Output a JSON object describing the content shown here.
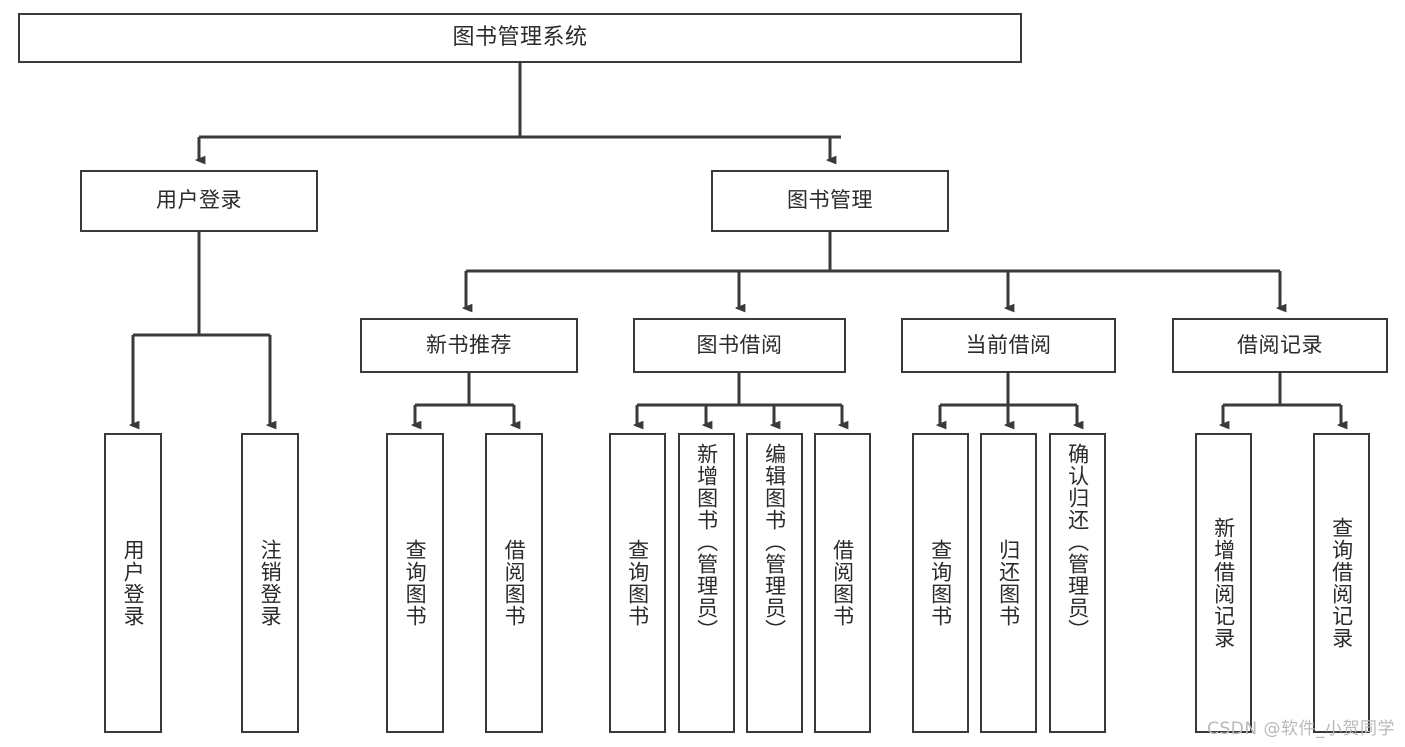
{
  "diagram": {
    "title": "图书管理系统",
    "watermark": "CSDN @软件_小贺同学",
    "colors": {
      "box_border": "#3a3a3a",
      "line": "#3a3a3a",
      "text": "#2b2b2b",
      "background": "#ffffff",
      "watermark": "#b9b9b9"
    },
    "nodes": {
      "root": {
        "label": "图书管理系统"
      },
      "level1": [
        {
          "label": "用户登录"
        },
        {
          "label": "图书管理"
        }
      ],
      "level2": [
        {
          "label": "新书推荐"
        },
        {
          "label": "图书借阅"
        },
        {
          "label": "当前借阅"
        },
        {
          "label": "借阅记录"
        }
      ],
      "leaves_user_login": [
        {
          "label": "用户登录"
        },
        {
          "label": "注销登录"
        }
      ],
      "leaves_new_book": [
        {
          "label": "查询图书"
        },
        {
          "label": "借阅图书"
        }
      ],
      "leaves_borrow": [
        {
          "label": "查询图书"
        },
        {
          "label": "新增图书（管理员）"
        },
        {
          "label": "编辑图书（管理员）"
        },
        {
          "label": "借阅图书"
        }
      ],
      "leaves_current": [
        {
          "label": "查询图书"
        },
        {
          "label": "归还图书"
        },
        {
          "label": "确认归还（管理员）"
        }
      ],
      "leaves_records": [
        {
          "label": "新增借阅记录"
        },
        {
          "label": "查询借阅记录"
        }
      ]
    }
  }
}
